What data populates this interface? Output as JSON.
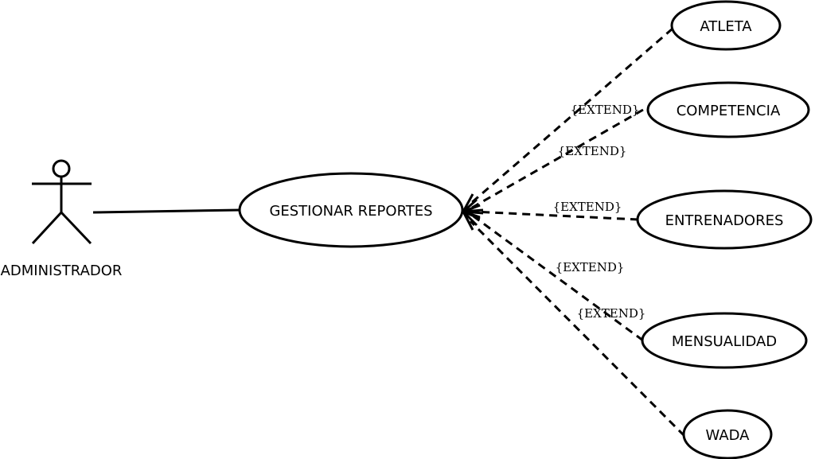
{
  "actor": {
    "label": "ADMINISTRADOR"
  },
  "main_use_case": {
    "label": "GESTIONAR REPORTES"
  },
  "extensions": [
    {
      "use_case": "ATLETA",
      "stereotype": ""
    },
    {
      "use_case": "COMPETENCIA",
      "stereotype": "{EXTEND}"
    },
    {
      "use_case": "ENTRENADORES",
      "stereotype": "{EXTEND}"
    },
    {
      "use_case": "MENSUALIDAD",
      "stereotype": "{EXTEND}"
    },
    {
      "use_case": "WADA",
      "stereotype": "{EXTEND}"
    }
  ],
  "extra_labels": [
    "{EXTEND}"
  ],
  "colors": {
    "stroke": "#000000",
    "background": "#ffffff"
  }
}
